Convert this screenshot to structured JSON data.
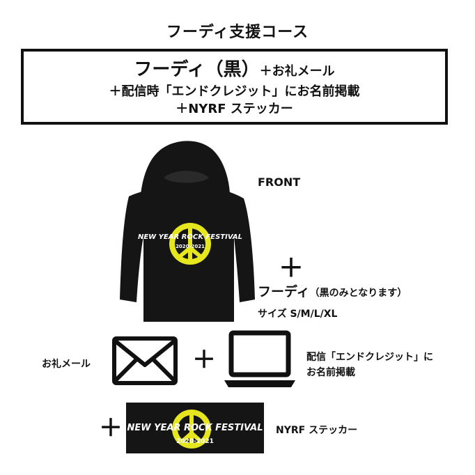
{
  "header": {
    "title": "フーディ支援コース"
  },
  "course_box": {
    "line1_main": "フーディ（黒）",
    "line1_rest": "＋お礼メール",
    "line2": "＋配信時「エンドクレジット」にお名前掲載",
    "line3": "＋NYRF ステッカー"
  },
  "hoodie": {
    "front_label": "FRONT",
    "print_title": "NEW YEAR ROCK FESTIVAL",
    "print_years": "2020-2021",
    "name": "フーディ",
    "color_note": "（黒のみとなります）",
    "sizes": "サイズ S/M/L/XL"
  },
  "rewards": {
    "plus": "＋",
    "mail_label": "お礼メール",
    "credit_label_line1": "配信「エンドクレジット」に",
    "credit_label_line2": "お名前掲載"
  },
  "sticker": {
    "print_title": "NEW YEAR ROCK FESTIVAL",
    "print_years": "2020-2021",
    "label": "NYRF ステッカー"
  },
  "colors": {
    "ink": "#111111",
    "peace_yellow": "#e6e61e",
    "hoodie_black": "#151515"
  }
}
